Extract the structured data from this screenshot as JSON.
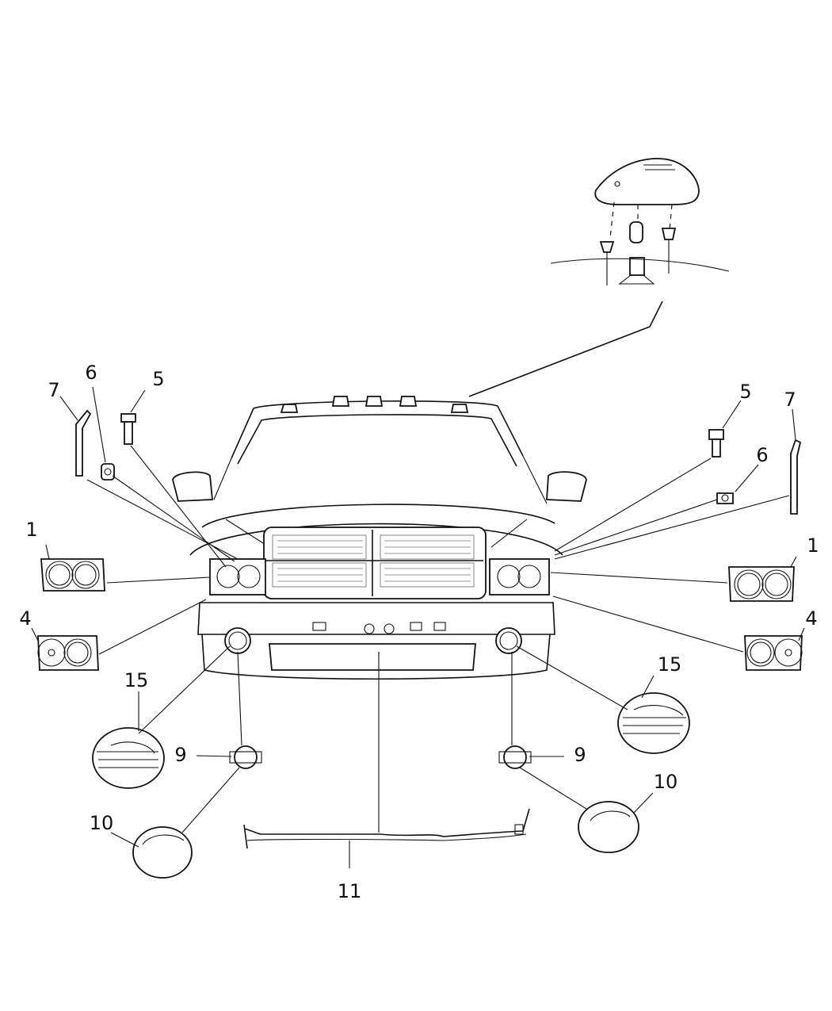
{
  "callouts": [
    {
      "num": "1"
    },
    {
      "num": "1"
    },
    {
      "num": "4"
    },
    {
      "num": "4"
    },
    {
      "num": "5"
    },
    {
      "num": "5"
    },
    {
      "num": "6"
    },
    {
      "num": "6"
    },
    {
      "num": "7"
    },
    {
      "num": "7"
    },
    {
      "num": "9"
    },
    {
      "num": "9"
    },
    {
      "num": "10"
    },
    {
      "num": "10"
    },
    {
      "num": "11"
    },
    {
      "num": "15"
    },
    {
      "num": "15"
    }
  ],
  "colors": {
    "line": "#111111",
    "background": "#ffffff"
  }
}
